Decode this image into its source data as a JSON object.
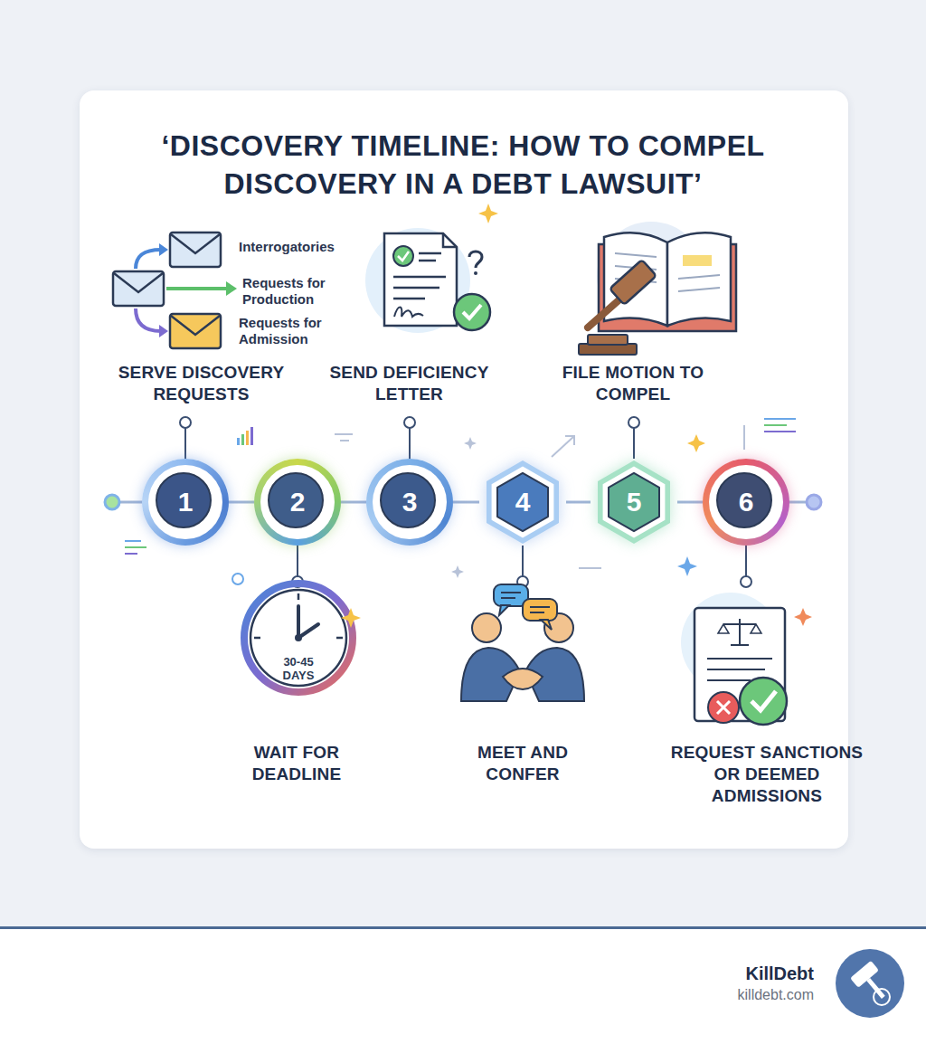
{
  "diagram": {
    "title": "‘DISCOVERY TIMELINE: HOW TO COMPEL DISCOVERY IN A DEBT LAWSUIT’",
    "nodes": [
      {
        "text": [
          "1"
        ]
      },
      {
        "text": [
          "2"
        ]
      },
      {
        "text": [
          "3"
        ]
      },
      {
        "text": [
          "4"
        ]
      },
      {
        "text": [
          "5"
        ]
      },
      {
        "text": [
          "6"
        ]
      }
    ],
    "edges": [
      {
        "from": 0,
        "to": 1,
        "arrow": "none"
      },
      {
        "from": 1,
        "to": 2,
        "arrow": "none"
      },
      {
        "from": 2,
        "to": 3,
        "arrow": "none"
      },
      {
        "from": 3,
        "to": 4,
        "arrow": "none"
      },
      {
        "from": 4,
        "to": 5,
        "arrow": "none"
      }
    ],
    "labels": [
      "Interrogatories",
      "Requests for Production",
      "Requests for Admission",
      "SERVE DISCOVERY REQUESTS",
      "SEND DEFICIENCY LETTER",
      "FILE MOTION TO COMPEL",
      "30-45 DAYS",
      "WAIT FOR DEADLINE",
      "MEET AND CONFER",
      "REQUEST SANCTIONS OR DEEMED ADMISSIONS",
      "KillDebt",
      "killdebt.com"
    ]
  }
}
